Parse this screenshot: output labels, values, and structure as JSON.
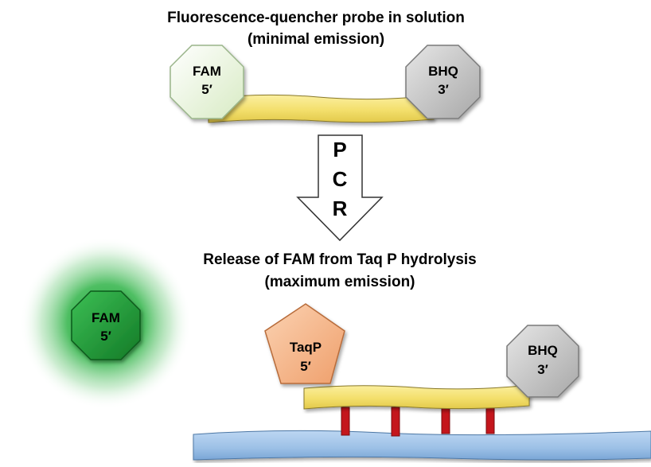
{
  "top": {
    "title_line1": "Fluorescence-quencher probe in solution",
    "title_line2": "(minimal emission)",
    "fam": {
      "name": "FAM",
      "end": "5′",
      "color": "#eef7e2"
    },
    "bhq": {
      "name": "BHQ",
      "end": "3′",
      "color": "#c4c4c4"
    },
    "probe_color": "#f3df6c"
  },
  "pcr_arrow": {
    "letters": [
      "P",
      "C",
      "R"
    ]
  },
  "bottom": {
    "title_line1": "Release of FAM from Taq P hydrolysis",
    "title_line2": "(maximum emission)",
    "released_fam": {
      "name": "FAM",
      "end": "5′",
      "color": "#1e8f32",
      "glow_color": "#1fa83a"
    },
    "taqp": {
      "name": "TaqP",
      "end": "5′",
      "color": "#f5b88e"
    },
    "bhq": {
      "name": "BHQ",
      "end": "3′",
      "color": "#c4c4c4"
    },
    "probe_color": "#f3df6c",
    "template_color": "#9cc0e6",
    "bond_color": "#c4161c",
    "bond_count": 4
  }
}
